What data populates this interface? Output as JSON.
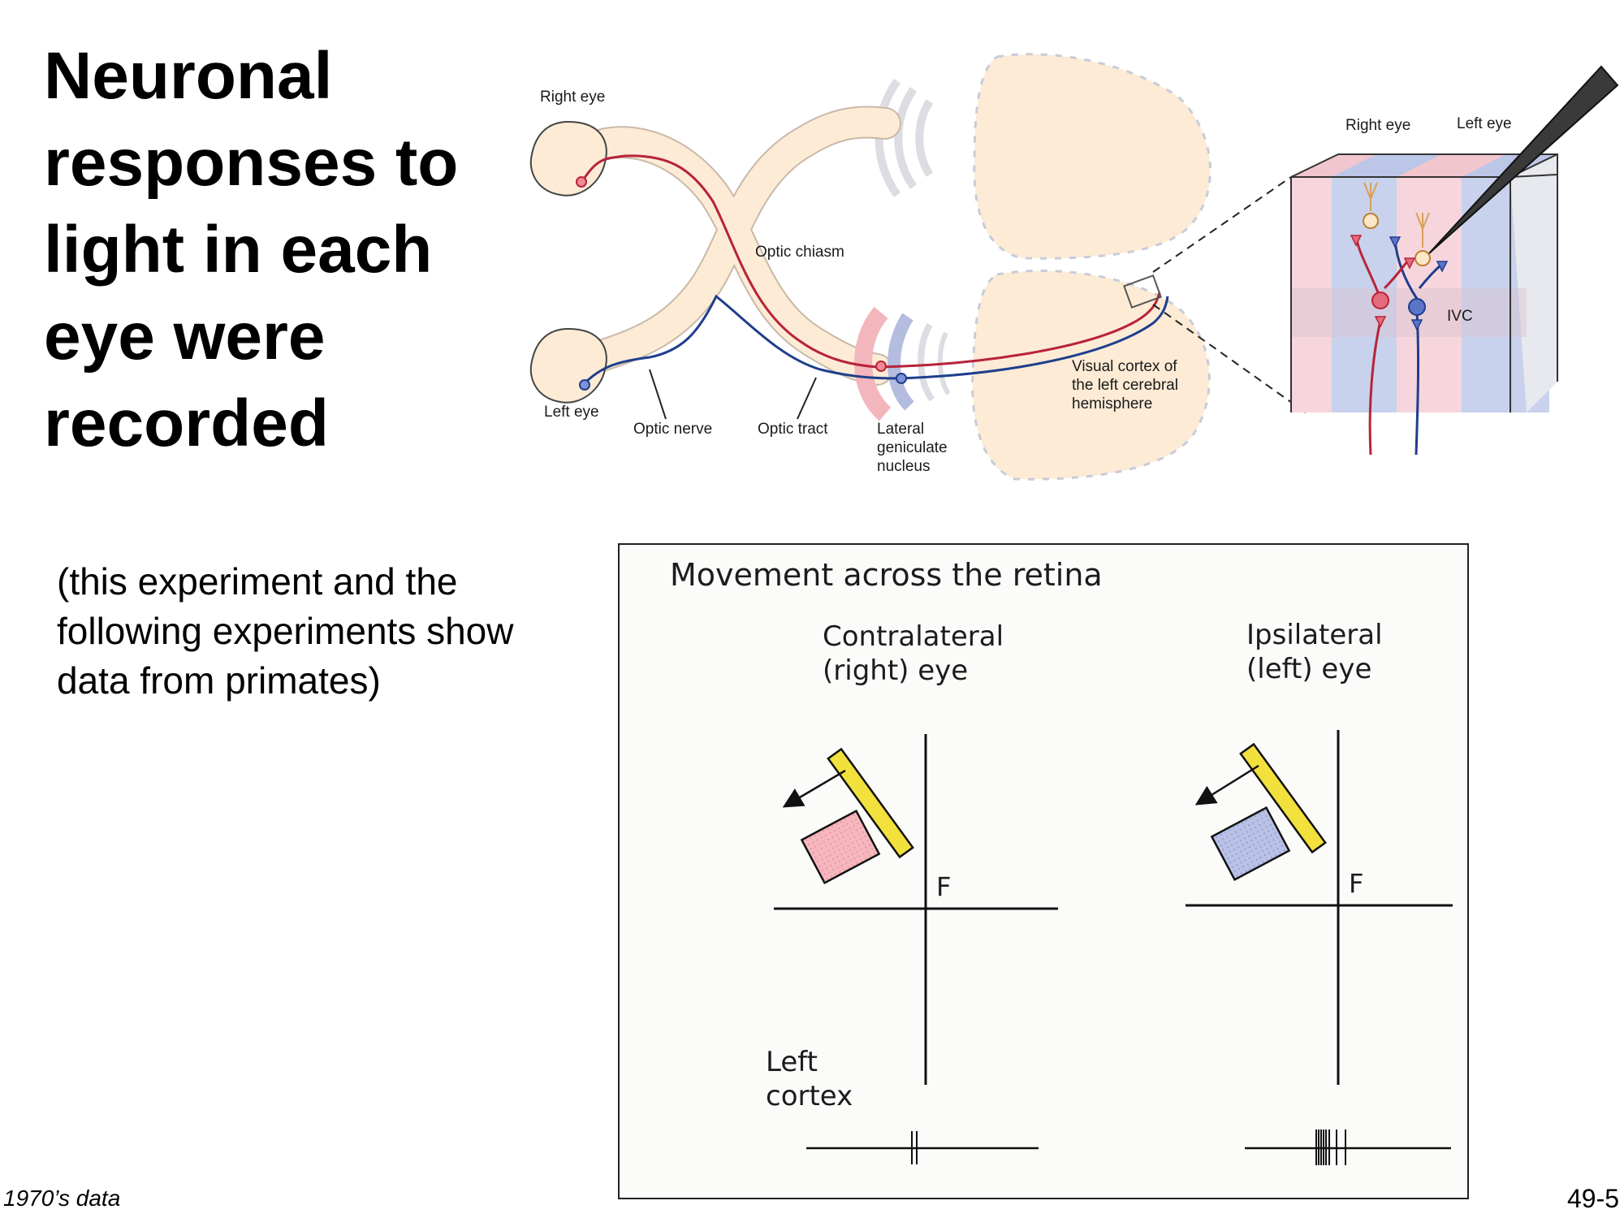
{
  "slide": {
    "title": "Neuronal responses to light in each eye were recorded",
    "note": "(this experiment and the following experiments show data from primates)",
    "footnote": "1970’s data",
    "slide_number": "49-5"
  },
  "anatomy": {
    "right_eye": "Right eye",
    "left_eye": "Left eye",
    "optic_chiasm": "Optic chiasm",
    "optic_nerve": "Optic nerve",
    "optic_tract": "Optic tract",
    "lgn": [
      "Lateral",
      "geniculate",
      "nucleus"
    ],
    "visual_cortex": [
      "Visual cortex of",
      "the left cerebral",
      "hemisphere"
    ],
    "inset_right_eye": "Right eye",
    "inset_left_eye": "Left eye",
    "inset_layer": "IVC",
    "colors": {
      "right_eye_pathway": "#b8233a",
      "left_eye_pathway": "#1f3e8c",
      "tissue": "#fdebd6"
    }
  },
  "experiment": {
    "heading": "Movement across the retina",
    "contralateral": [
      "Contralateral",
      "(right) eye"
    ],
    "ipsilateral": [
      "Ipsilateral",
      "(left) eye"
    ],
    "fixation": "F",
    "recording_site": [
      "Left",
      "cortex"
    ],
    "colors": {
      "stimulus_bar": "#f2e03c",
      "contralateral_field": "#f5b7bd",
      "ipsilateral_field": "#b9c1e6"
    }
  }
}
